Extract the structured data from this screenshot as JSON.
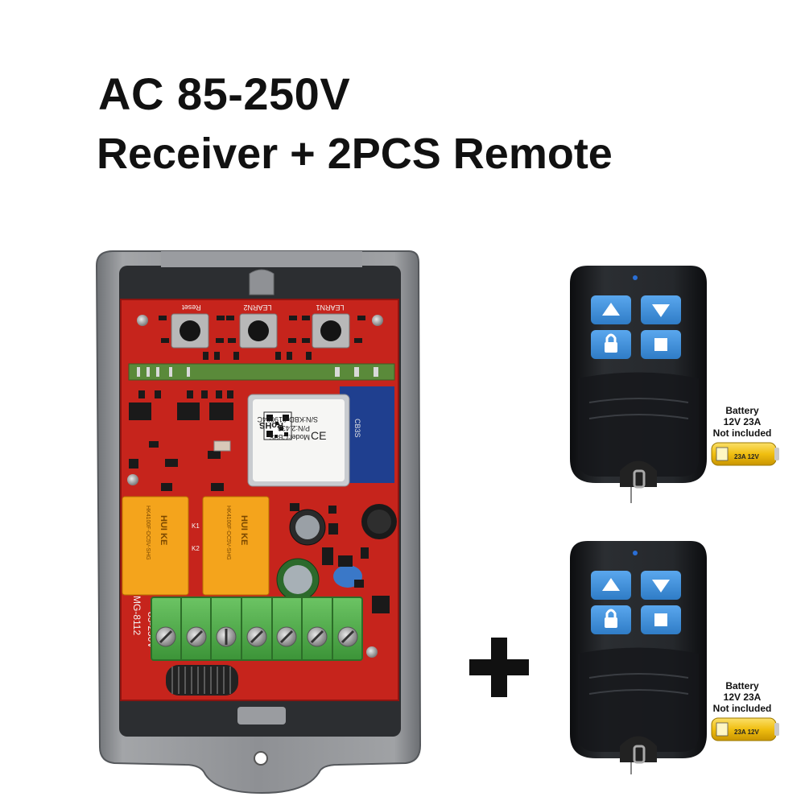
{
  "header": {
    "line1": "AC 85-250V",
    "line2": "Receiver + 2PCS Remote"
  },
  "receiver": {
    "button_labels": [
      "Reset",
      "LEARN2",
      "LEARN1"
    ],
    "module": {
      "rohs": "RoHS",
      "ce": "CE",
      "model": "Model:CB3S",
      "pn": "P/N:2.433",
      "sn": "S/N:KBD-019004C",
      "side": "CB3S"
    },
    "relay_brand": "HUI KE",
    "relay_model": "HK4100F-DC5V-SHG",
    "voltage": "85-250V",
    "board_code": "MG-8112",
    "relay_tags": [
      "K1",
      "K2"
    ]
  },
  "remotes": [
    {
      "battery_label": [
        "Battery",
        "12V 23A",
        "Not included"
      ],
      "battery_print": "23A 12V"
    },
    {
      "battery_label": [
        "Battery",
        "12V 23A",
        "Not included"
      ],
      "battery_print": "23A 12V"
    }
  ],
  "colors": {
    "pcb": "#c6241c",
    "case": "#8a8c90",
    "terminal": "#4fae4a",
    "remote_body": "#1b1d20",
    "remote_button": "#3f8fd8",
    "relay": "#f4a41c",
    "battery": "#f2c318"
  },
  "icons": [
    "arrow-up-icon",
    "arrow-down-icon",
    "lock-icon",
    "square-stop-icon",
    "plus-icon"
  ]
}
